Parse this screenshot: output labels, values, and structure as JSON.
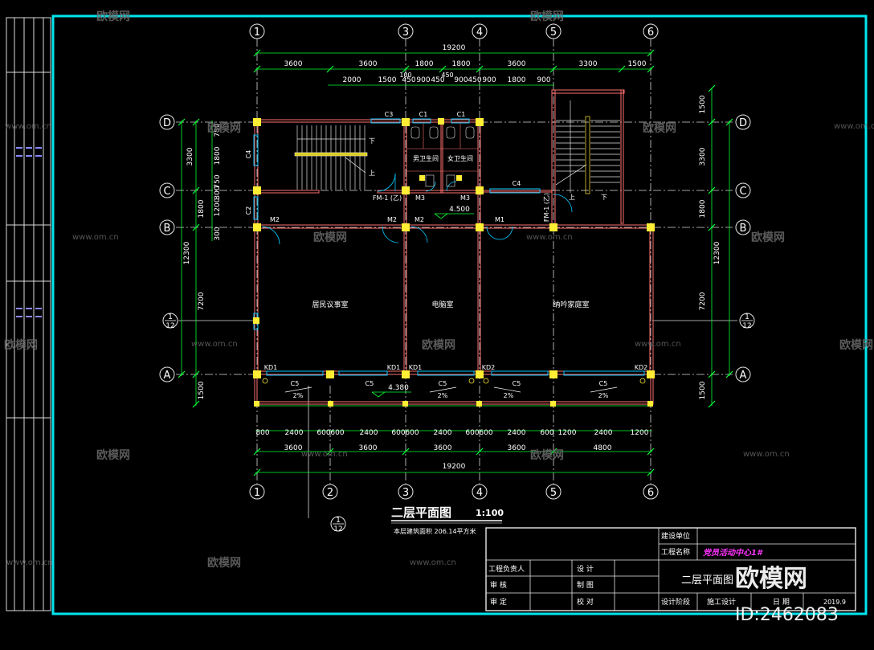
{
  "colors": {
    "background": "#000000",
    "frame": "#00e5ee",
    "dimension": "#00ff33",
    "axis": "#e8e8e8",
    "wall": "#ff6f6f",
    "column": "#ffee33",
    "window": "#00c8ff",
    "text": "#ffffff",
    "project_name": "#ff33ff",
    "watermark": "#6a6a6a"
  },
  "grid_axes": {
    "columns": [
      "1",
      "2",
      "3",
      "4",
      "5",
      "6"
    ],
    "rows": [
      "A",
      "B",
      "C",
      "D"
    ],
    "half_axis_num": "1",
    "half_axis_den": "12"
  },
  "dimensions": {
    "top_total": "19200",
    "top_row2": [
      "3600",
      "3600",
      "1800",
      "1800",
      "3600",
      "3300",
      "1500"
    ],
    "top_row3": [
      "2000",
      "1500",
      "450",
      "900",
      "450",
      "900",
      "450",
      "900",
      "1800",
      "900"
    ],
    "top_small_a": "100",
    "top_small_b": "450",
    "bottom_row1": [
      "800",
      "2400",
      "600",
      "600",
      "2400",
      "600",
      "600",
      "2400",
      "600",
      "600",
      "2400",
      "600",
      "1200",
      "2400",
      "1200"
    ],
    "bottom_row2": [
      "3600",
      "3600",
      "3600",
      "3600",
      "4800"
    ],
    "bottom_total": "19200",
    "left_outer": "12300",
    "left_mid": [
      "3300",
      "1800",
      "7200",
      "1500"
    ],
    "left_inner": [
      "750",
      "1800",
      "750",
      "300",
      "1200",
      "300"
    ],
    "right_outer": "12300",
    "right_mid": [
      "1500",
      "3300",
      "1800",
      "7200",
      "1500"
    ]
  },
  "room_labels": {
    "meeting_room": "居民议事室",
    "computer_room": "电脑室",
    "reception_room": "纳吟家庭室",
    "male_wc": "男卫生间",
    "female_wc": "女卫生间"
  },
  "stair_labels": {
    "down": "下",
    "up": "上"
  },
  "openings": {
    "c3": "C3",
    "c1": "C1",
    "c4": "C4",
    "c2": "C2",
    "c5": "C5",
    "fm1": "FM-1 (乙)",
    "m1": "M1",
    "m2": "M2",
    "m3": "M3",
    "kd1": "KD1",
    "kd2": "KD2"
  },
  "levels": {
    "floor_level": "4.500",
    "balcony_level": "4.380"
  },
  "slope": "2%",
  "drawing_title": "二层平面图",
  "drawing_scale": "1:100",
  "area_note": "本层建筑面积 206.14平方米",
  "title_block": {
    "build_unit_label": "建设单位",
    "project_name_label": "工程名称",
    "project_name": "党员活动中心1#",
    "project_lead_label": "工程负责人",
    "review_label": "审  核",
    "approve_label": "审  定",
    "design_label": "设  计",
    "draft_label": "制  图",
    "check_label": "校  对",
    "drawing_name": "二层平面图",
    "design_stage_label": "设计阶段",
    "design_stage": "施工设计",
    "date_label": "日  期",
    "date": "2019.9"
  },
  "watermark": {
    "brand": "欧模网",
    "site": "www.om.cn",
    "id": "ID:2462083"
  }
}
